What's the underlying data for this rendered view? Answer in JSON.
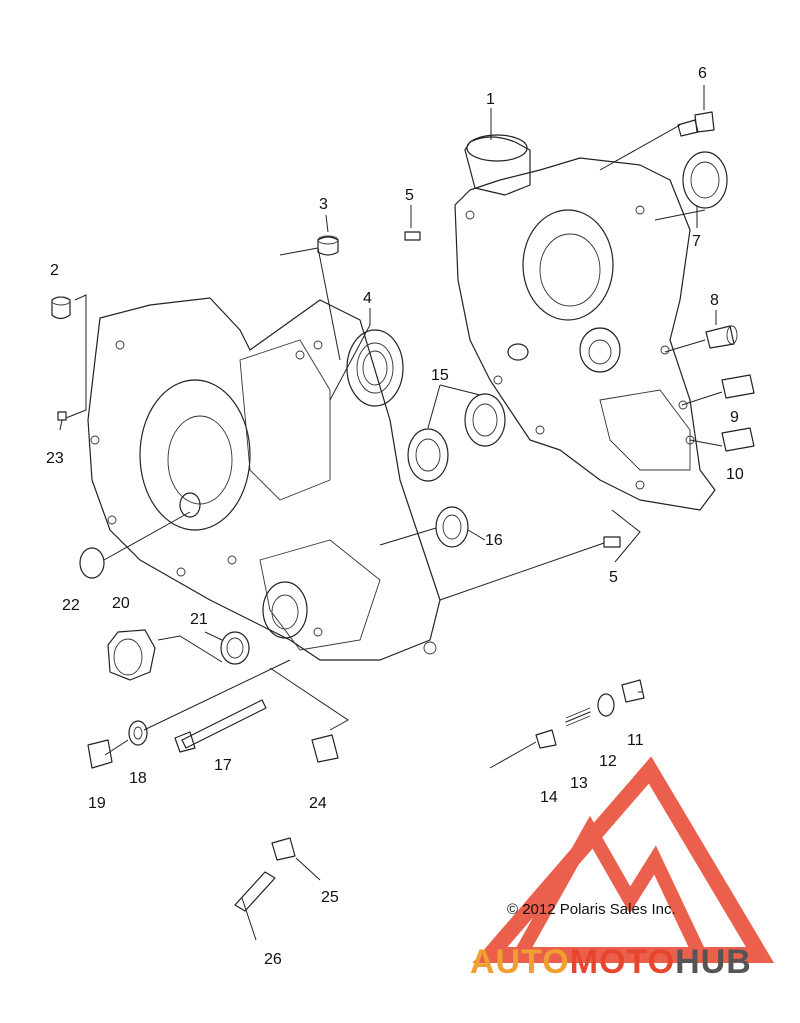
{
  "callouts": [
    "1",
    "2",
    "3",
    "4",
    "5",
    "5",
    "6",
    "7",
    "8",
    "9",
    "10",
    "11",
    "12",
    "13",
    "14",
    "15",
    "16",
    "17",
    "18",
    "19",
    "20",
    "21",
    "22",
    "23",
    "24",
    "25",
    "26"
  ],
  "copyright": "© 2012 Polaris Sales Inc.",
  "watermark": {
    "part1": "AUTO",
    "part2": "MOTO",
    "part3": "HUB",
    "color_primary": "#f0a030",
    "color_accent": "#e8452f",
    "color_dark": "#555555"
  }
}
